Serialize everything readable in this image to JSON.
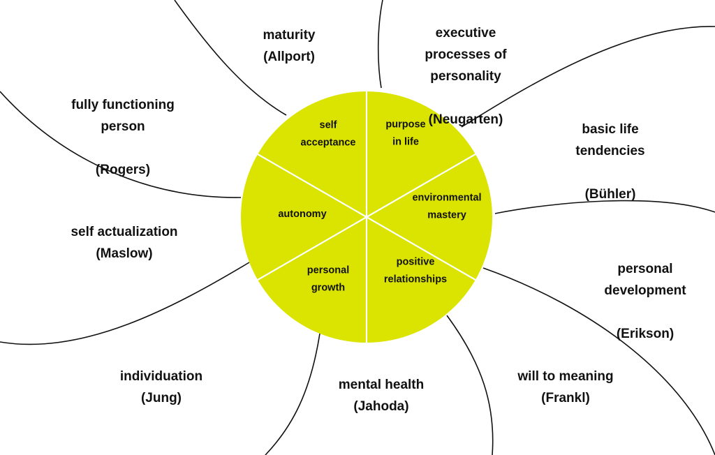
{
  "diagram": {
    "title": "",
    "wheel_color": "#dbe400",
    "line_color": "#111111",
    "segments": [
      {
        "id": "self-acceptance",
        "lines": [
          "self",
          "acceptance"
        ]
      },
      {
        "id": "purpose-in-life",
        "lines": [
          "purpose",
          "in life"
        ]
      },
      {
        "id": "environmental-mastery",
        "lines": [
          "environmental",
          "mastery"
        ]
      },
      {
        "id": "positive-relationships",
        "lines": [
          "positive",
          "relationships"
        ]
      },
      {
        "id": "personal-growth",
        "lines": [
          "personal",
          "growth"
        ]
      },
      {
        "id": "autonomy",
        "lines": [
          "autonomy"
        ]
      }
    ],
    "outer_concepts": [
      {
        "id": "maturity",
        "concept": "maturity",
        "theorist": "(Allport)"
      },
      {
        "id": "executive-processes",
        "concept": "executive\nprocesses of\npersonality",
        "theorist": "(Neugarten)"
      },
      {
        "id": "basic-life-tendencies",
        "concept": "basic life\ntendencies",
        "theorist": "(Bühler)"
      },
      {
        "id": "personal-development",
        "concept": "personal\ndevelopment",
        "theorist": "(Erikson)"
      },
      {
        "id": "will-to-meaning",
        "concept": "will to meaning",
        "theorist": "(Frankl)"
      },
      {
        "id": "mental-health",
        "concept": "mental health",
        "theorist": "(Jahoda)"
      },
      {
        "id": "individuation",
        "concept": "individuation",
        "theorist": "(Jung)"
      },
      {
        "id": "self-actualization",
        "concept": "self actualization",
        "theorist": "(Maslow)"
      },
      {
        "id": "fully-functioning-person",
        "concept": "fully functioning\nperson",
        "theorist": "(Rogers)"
      }
    ]
  }
}
